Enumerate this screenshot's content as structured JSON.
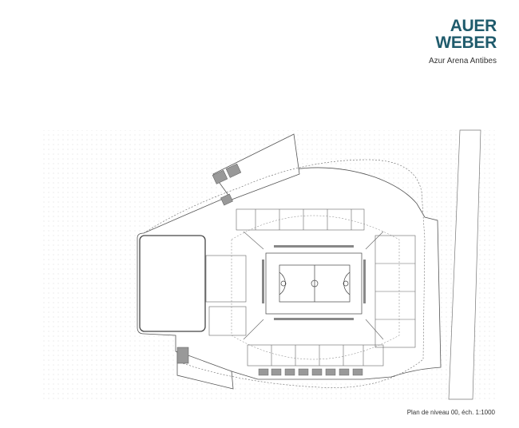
{
  "logo": {
    "line1": "AUER",
    "line2": "WEBER",
    "color": "#1f5b6c"
  },
  "project_title": "Azur Arena Antibes",
  "caption": "Plan de niveau 00, éch. 1:1000",
  "drawing": {
    "type": "architectural floor plan",
    "line_color": "#555555",
    "stipple_color": "#cfcfcf"
  }
}
